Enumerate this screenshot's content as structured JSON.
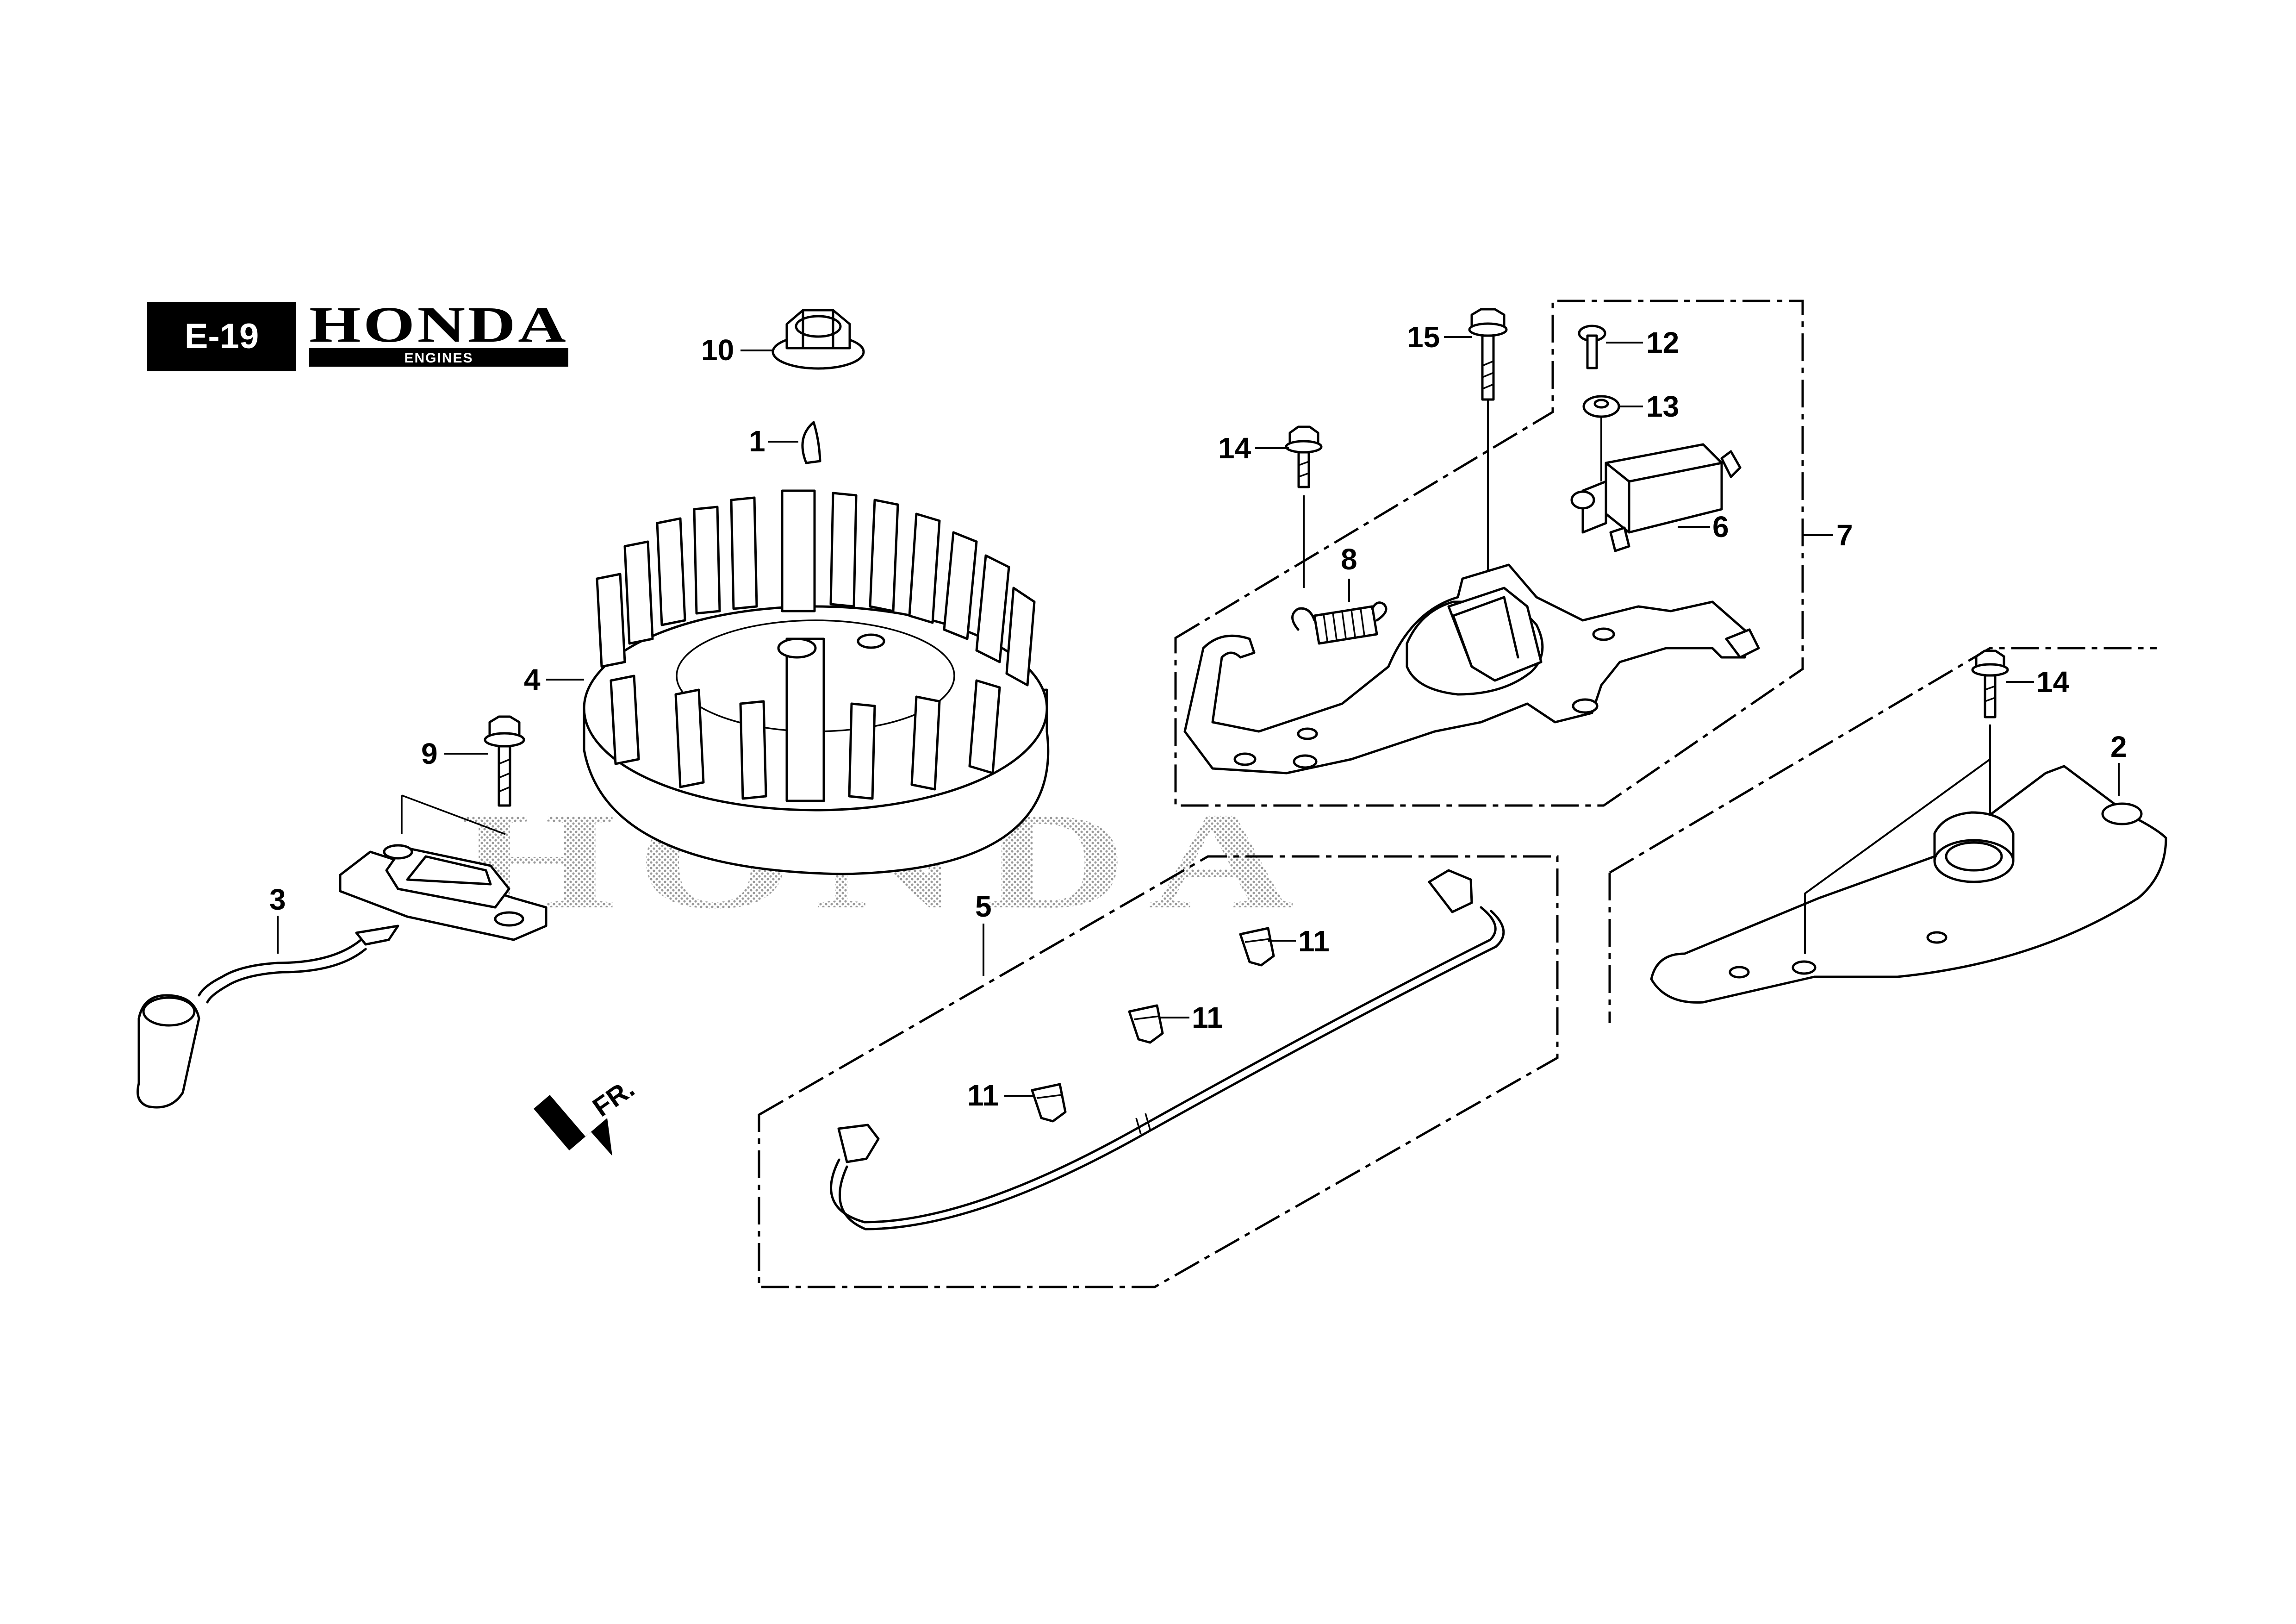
{
  "header": {
    "section_code": "E-19",
    "brand": "HONDA",
    "brand_sub": "ENGINES"
  },
  "watermark": {
    "text": "HONDA"
  },
  "direction_marker": {
    "label": "FR.",
    "icon": "arrow-icon"
  },
  "callouts": {
    "c1": "1",
    "c2": "2",
    "c3": "3",
    "c4": "4",
    "c5": "5",
    "c6": "6",
    "c7": "7",
    "c8": "8",
    "c9": "9",
    "c10": "10",
    "c11a": "11",
    "c11b": "11",
    "c11c": "11",
    "c12": "12",
    "c13": "13",
    "c14a": "14",
    "c14b": "14",
    "c15": "15"
  },
  "colors": {
    "ink": "#000000",
    "paper": "#ffffff",
    "watermark_dots": "#9a9a9a"
  }
}
